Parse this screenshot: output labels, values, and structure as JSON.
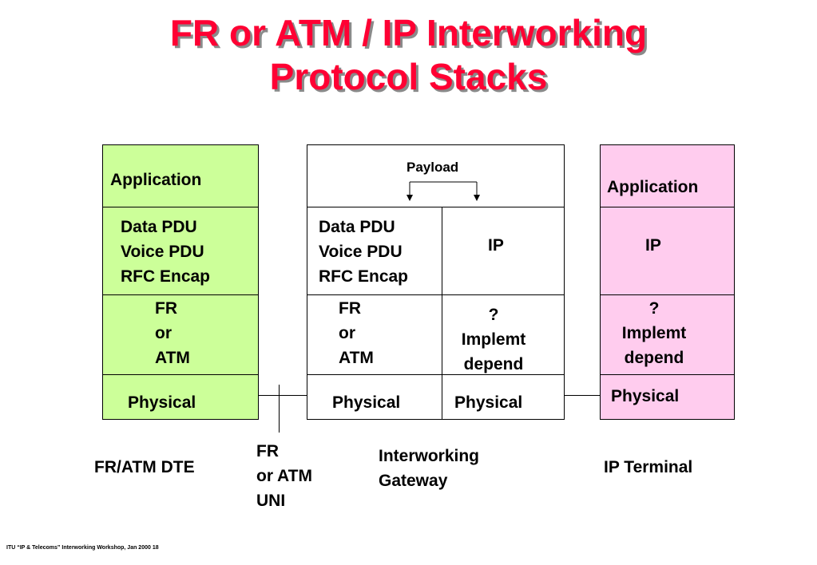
{
  "title": {
    "line1": "FR or ATM / IP Interworking",
    "line2": "Protocol Stacks"
  },
  "colors": {
    "title": "#ff0033",
    "left_stack": "#ccff99",
    "right_stack": "#ffccee",
    "middle_stack": "#ffffff"
  },
  "left_stack": {
    "application": "Application",
    "pdu": "Data PDU\nVoice PDU\nRFC Encap",
    "link": "FR\nor\nATM",
    "physical": "Physical",
    "caption": "FR/ATM DTE"
  },
  "gateway": {
    "payload": "Payload",
    "pdu": "Data PDU\nVoice PDU\nRFC Encap",
    "ip": "IP",
    "link_left": "FR\nor\nATM",
    "link_right": "?\nImplemt\ndepend",
    "physical_left": "Physical",
    "physical_right": "Physical",
    "caption": "Interworking\nGateway"
  },
  "right_stack": {
    "application": "Application",
    "ip": "IP",
    "link": "?\nImplemt\ndepend",
    "physical": "Physical",
    "caption": "IP Terminal"
  },
  "uni_label": "FR\nor ATM\nUNI",
  "footer": "ITU “IP & Telecoms” Interworking Workshop,  Jan 2000  18"
}
